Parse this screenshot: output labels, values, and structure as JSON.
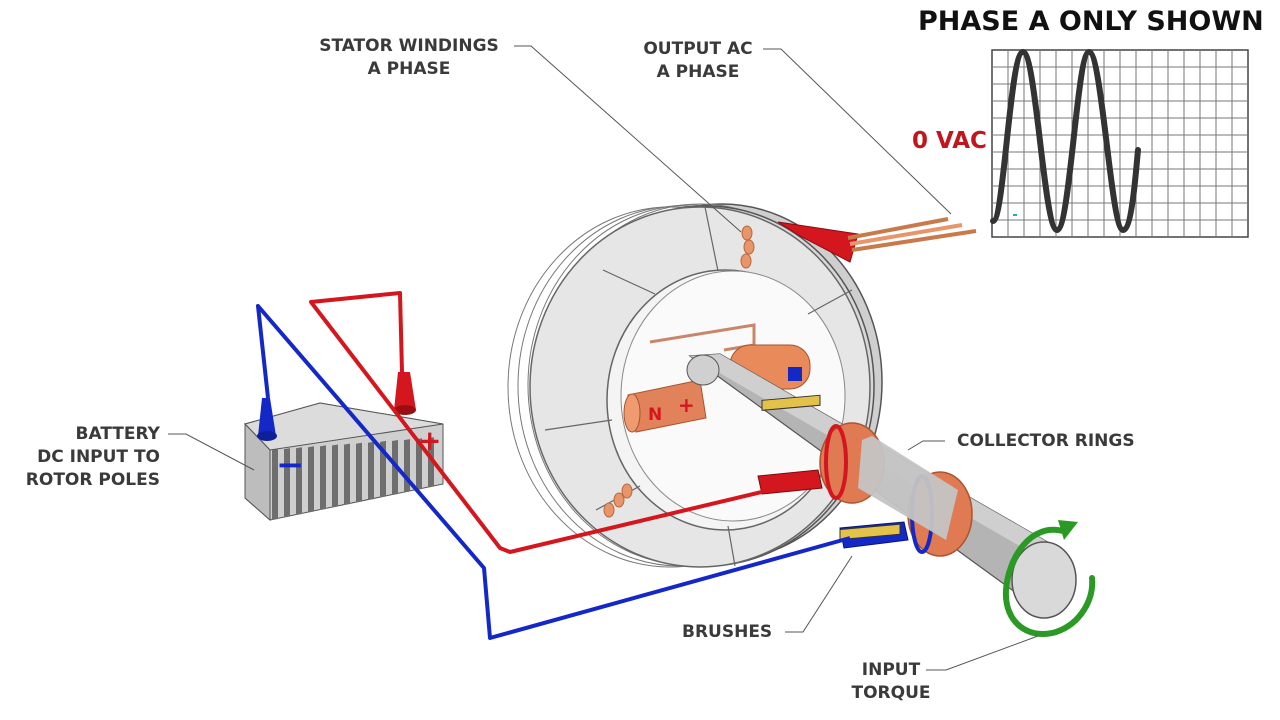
{
  "title": "PHASE A ONLY SHOWN",
  "voltage_label": "0 VAC",
  "labels": {
    "stator_line1": "STATOR WINDINGS",
    "stator_line2": "A PHASE",
    "output_line1": "OUTPUT AC",
    "output_line2": "A PHASE",
    "battery_line1": "BATTERY",
    "battery_line2": "DC INPUT TO",
    "battery_line3": "ROTOR POLES",
    "collector_rings": "COLLECTOR RINGS",
    "brushes": "BRUSHES",
    "torque_line1": "INPUT",
    "torque_line2": "TORQUE"
  },
  "glyphs": {
    "battery_plus": "+",
    "battery_minus": "−",
    "pole_n": "N",
    "pole_plus": "+"
  },
  "colors": {
    "dc_positive": "#d4161e",
    "dc_negative": "#1428c8",
    "stator": "#d6d6d6",
    "winding": "#e8956a",
    "collector_ring": "#e07a52",
    "rotation_arrow": "#2a9a25",
    "waveform": "#333333",
    "voltage_label": "#c0161e"
  }
}
